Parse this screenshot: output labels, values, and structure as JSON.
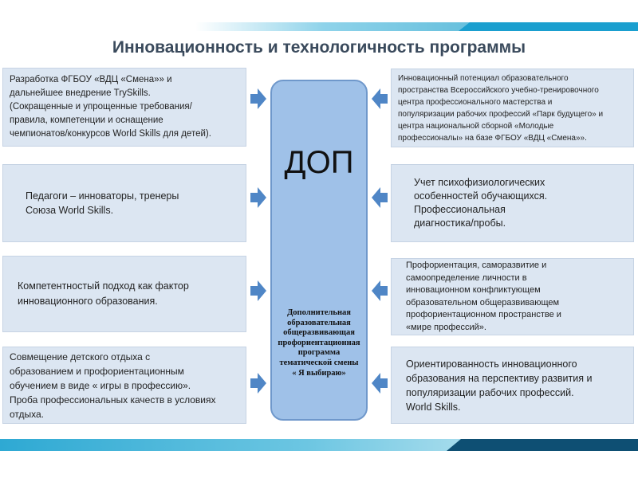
{
  "title": "Инновационность и технологичность программы",
  "center": {
    "title": "ДОП",
    "text": "Дополнительная\nобразовательная\nобщеразвивающая\nпрофориентационная\nпрограмма\nтематической смены\n« Я выбираю»"
  },
  "left_boxes": [
    "Разработка ФГБОУ «ВДЦ «Смена»» и\nдальнейшее внедрение TrySkills.\n(Сокращенные и упрощенные требования/\nправила, компетенции и оснащение\nчемпионатов/конкурсов World Skills для детей).",
    "Педагоги – инноваторы, тренеры\nСоюза World Skills.",
    "Компетентностый подход как фактор\nинновационного образования.",
    "Совмещение детского отдыха с\nобразованием и профориентационным\nобучением в виде « игры в профессию».\nПроба профессиональных качеств в условиях\nотдыха."
  ],
  "right_boxes": [
    "Инновационный потенциал образовательного\nпространства Всероссийского учебно-тренировочного\nцентра профессионального мастерства и\nпопуляризации рабочих профессий «Парк будущего» и\nцентра национальной сборной «Молодые\nпрофессионалы» на базе ФГБОУ «ВДЦ «Смена»».",
    "Учет психофизиологических\nособенностей обучающихся.\nПрофессиональная\nдиагностика/пробы.",
    "Профориентация,  саморазвитие  и\nсамоопределение  личности в\nинновационном  конфликтующем\nобразовательном  общеразвивающем\nпрофориентационном  пространстве  и\n«мире  профессий».",
    "Ориентированность инновационного\nобразования на перспективу развития и\nпопуляризации рабочих профессий.\nWorld Skills."
  ],
  "colors": {
    "box_fill": "#dce6f2",
    "center_fill": "#9fc1e8",
    "arrow": "#4f86c6",
    "title": "#3a4a5c"
  }
}
